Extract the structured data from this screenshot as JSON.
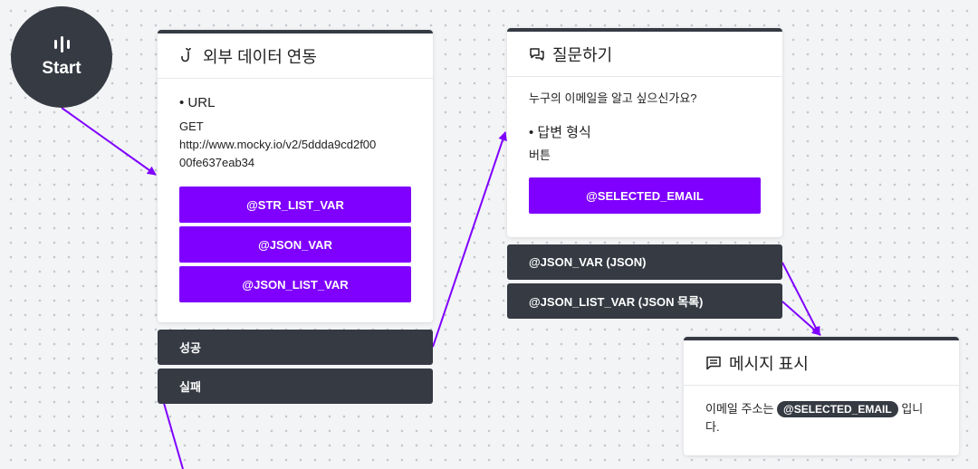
{
  "start": {
    "label": "Start"
  },
  "external": {
    "title": "외부 데이터 연동",
    "url_label": "• URL",
    "method": "GET",
    "url_line1": "http://www.mocky.io/v2/5ddda9cd2f00",
    "url_line2": "00fe637eab34",
    "buttons": [
      "@STR_LIST_VAR",
      "@JSON_VAR",
      "@JSON_LIST_VAR"
    ],
    "success": "성공",
    "failure": "실패"
  },
  "question": {
    "title": "질문하기",
    "prompt": "누구의 이메일을 알고 싶으신가요?",
    "format_label": "• 답변 형식",
    "format_value": "버튼",
    "button": "@SELECTED_EMAIL",
    "options": [
      "@JSON_VAR (JSON)",
      "@JSON_LIST_VAR (JSON 목록)"
    ]
  },
  "message": {
    "title": "메시지 표시",
    "text_before": "이메일 주소는",
    "chip": "@SELECTED_EMAIL",
    "text_after": "입니",
    "text_line2": "다."
  },
  "colors": {
    "accent": "#7f00ff",
    "dark": "#353a43",
    "background": "#f3f4f6"
  }
}
